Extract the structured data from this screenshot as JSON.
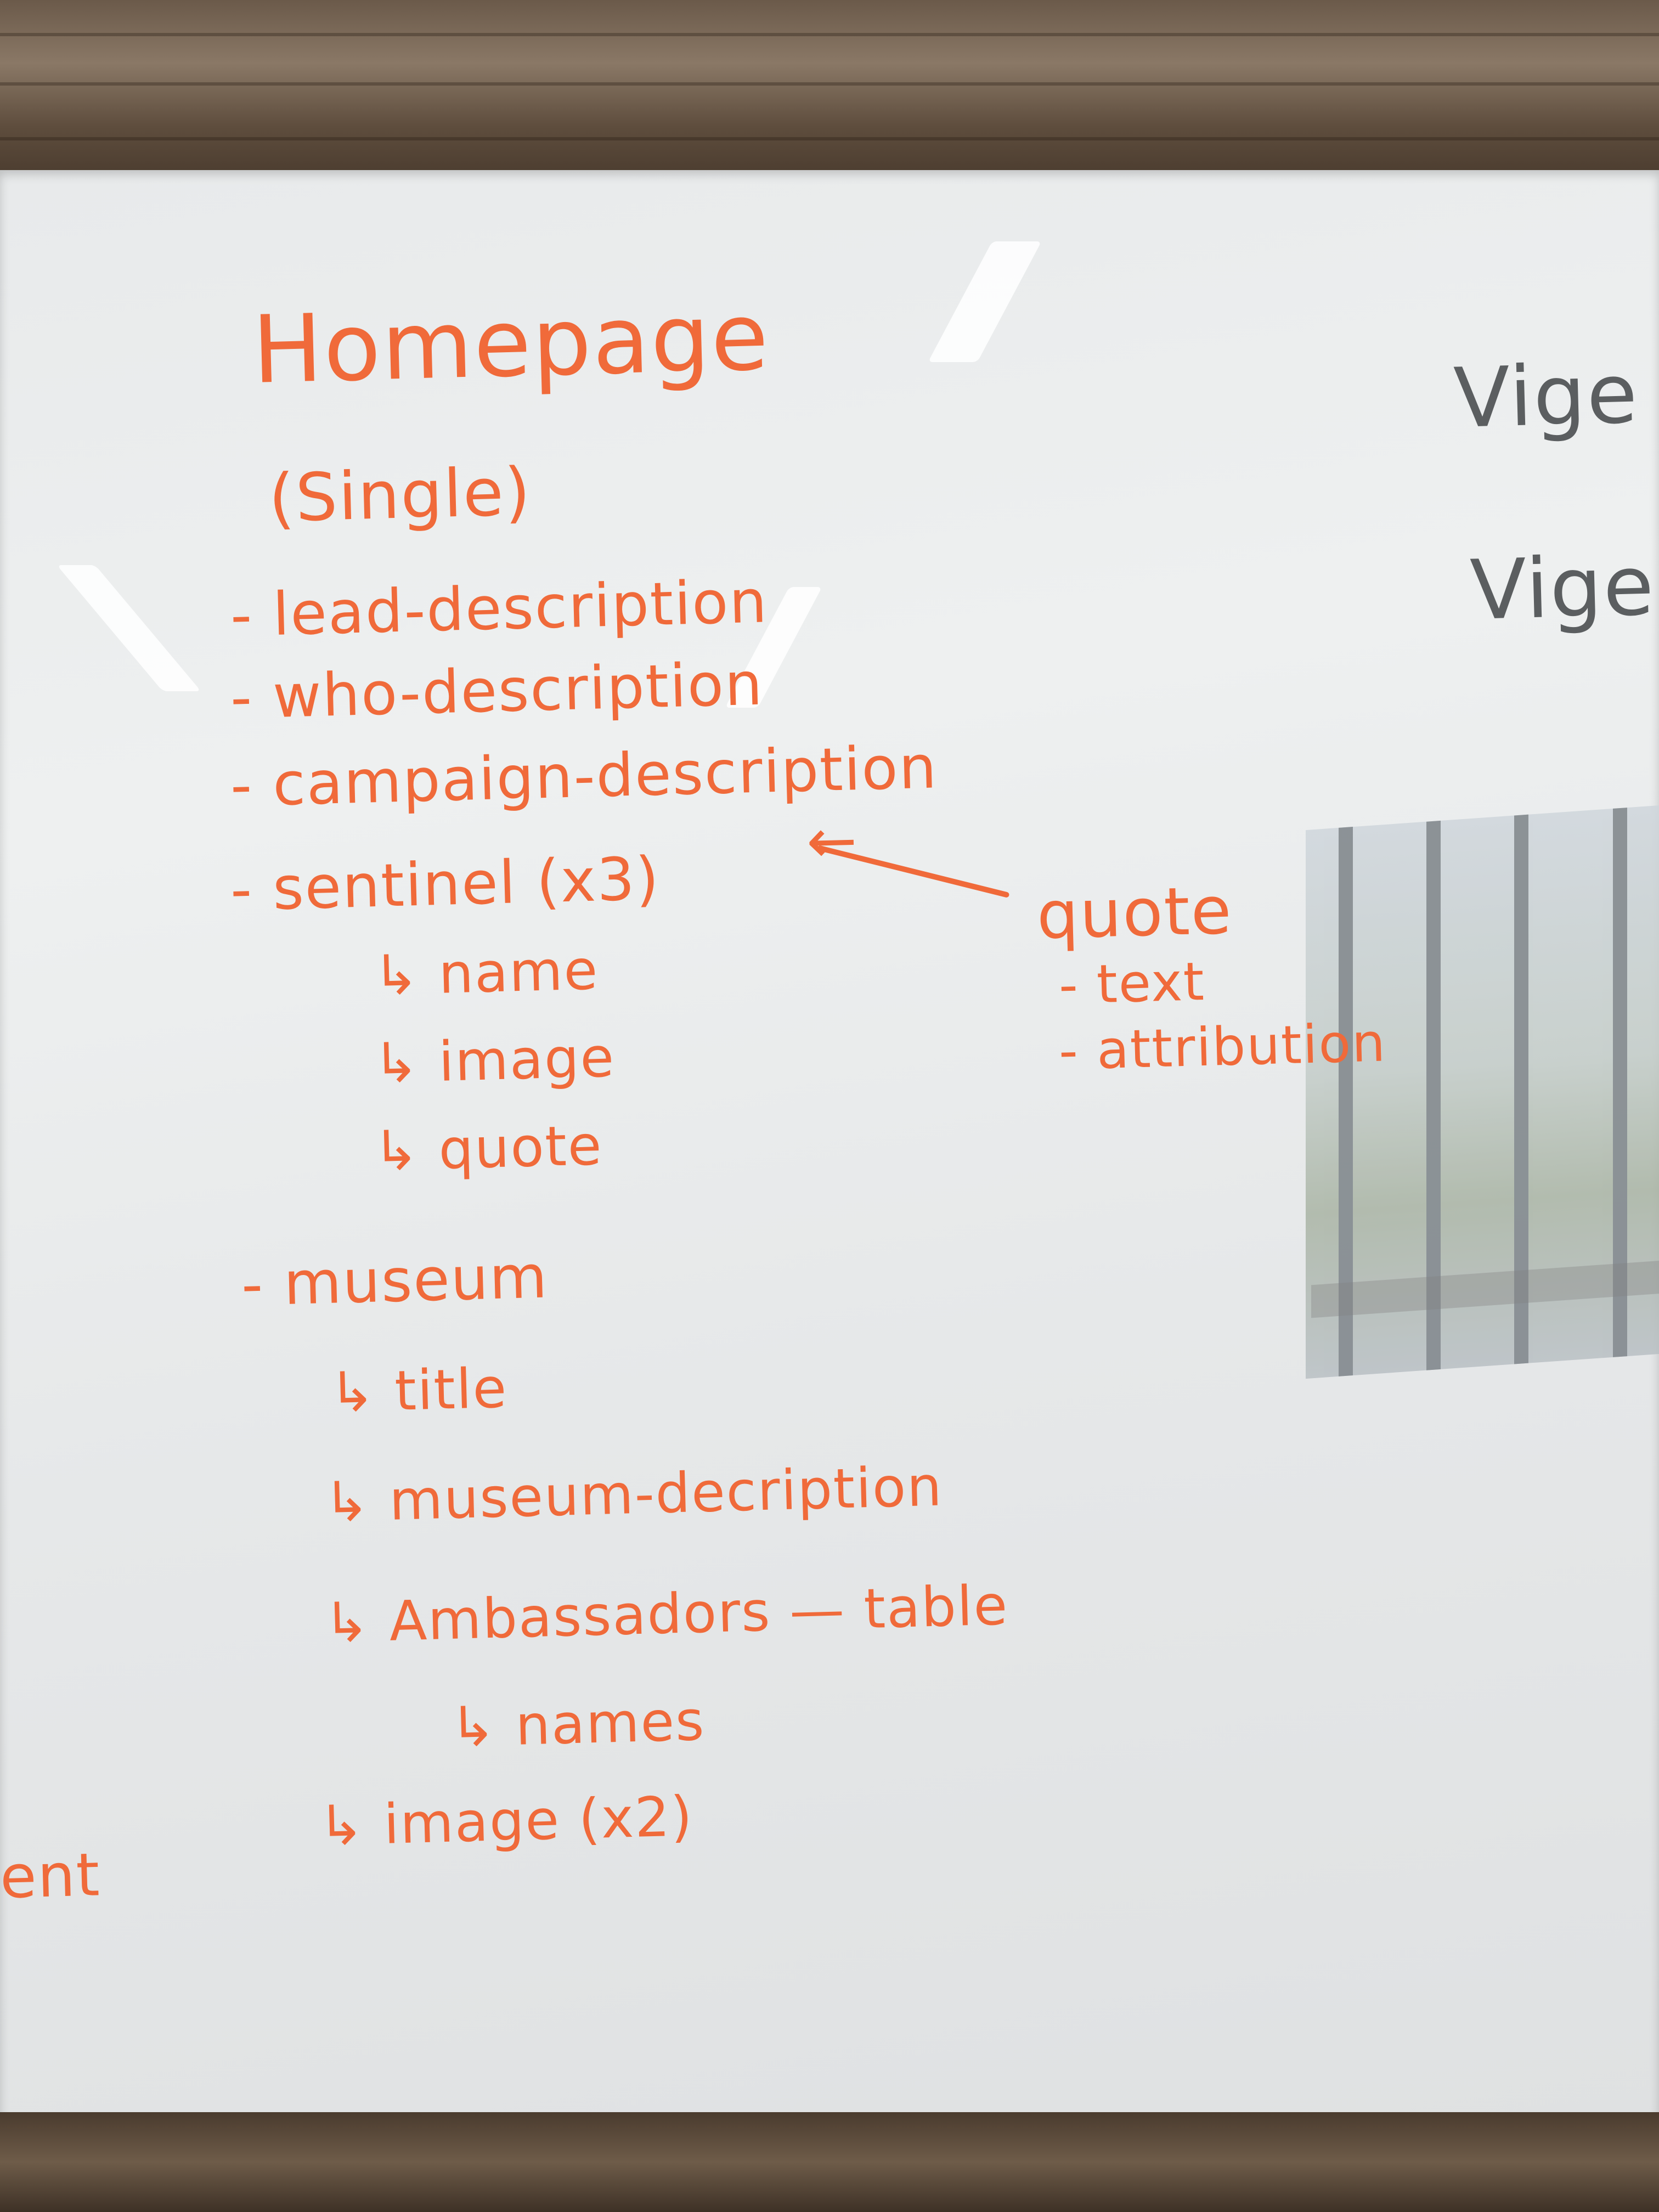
{
  "whiteboard": {
    "title": "Homepage",
    "subtitle": "(Single)",
    "items": [
      "- lead-description",
      "- who-description",
      "- campaign-description",
      "- sentinel (x3)",
      "↳ name",
      "↳ image",
      "↳ quote",
      "- museum",
      "↳ title",
      "↳ museum-decription",
      "↳ Ambassadors — table",
      "↳ names",
      "↳ image (x2)"
    ],
    "side_note": [
      "quote",
      "- text",
      "- attribution"
    ],
    "right_edge": [
      "Vige",
      "Vige"
    ],
    "left_edge": "ent"
  },
  "ink_color": "#f06a3a",
  "grey_ink_color": "#5b5e60"
}
